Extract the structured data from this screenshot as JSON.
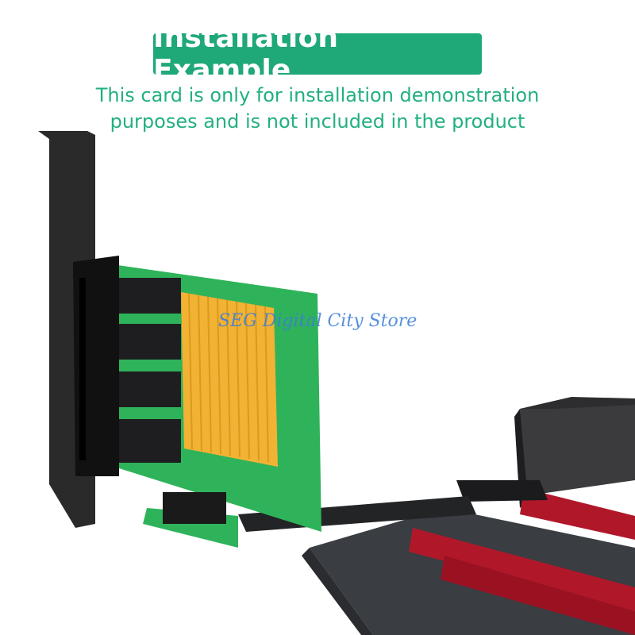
{
  "banner": {
    "title": "Installation Example"
  },
  "subtitle": {
    "line1": "This card is only for installation demonstration",
    "line2": "purposes and is not included in the product"
  },
  "watermark": {
    "text": "SEG Digital City Store"
  },
  "colors": {
    "accent": "#1fa878",
    "subtitle_text": "#22b07f",
    "pcb": "#2fb35a",
    "heatsink": "#f2b234",
    "dimm_slot": "#b0182a",
    "bracket": "#2a2a2a"
  }
}
